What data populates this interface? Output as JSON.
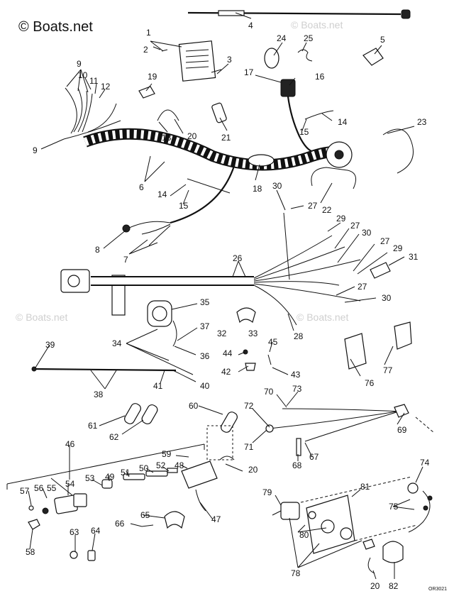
{
  "watermark": {
    "main": "© Boats.net",
    "ghost": "© Boats.net"
  },
  "drawing_code": "OR3021",
  "callouts": [
    "1",
    "2",
    "3",
    "4",
    "5",
    "6",
    "7",
    "8",
    "9",
    "10",
    "11",
    "12",
    "13",
    "14",
    "15",
    "16",
    "17",
    "18",
    "19",
    "20",
    "21",
    "22",
    "23",
    "24",
    "25",
    "26",
    "27",
    "28",
    "29",
    "30",
    "31",
    "32",
    "33",
    "34",
    "35",
    "36",
    "37",
    "38",
    "39",
    "40",
    "41",
    "42",
    "43",
    "44",
    "45",
    "46",
    "47",
    "48",
    "49",
    "50",
    "51",
    "52",
    "53",
    "54",
    "55",
    "56",
    "57",
    "58",
    "59",
    "60",
    "61",
    "62",
    "63",
    "64",
    "65",
    "66",
    "67",
    "68",
    "69",
    "70",
    "71",
    "72",
    "73",
    "74",
    "75",
    "76",
    "77",
    "78",
    "79",
    "80",
    "81",
    "82"
  ]
}
